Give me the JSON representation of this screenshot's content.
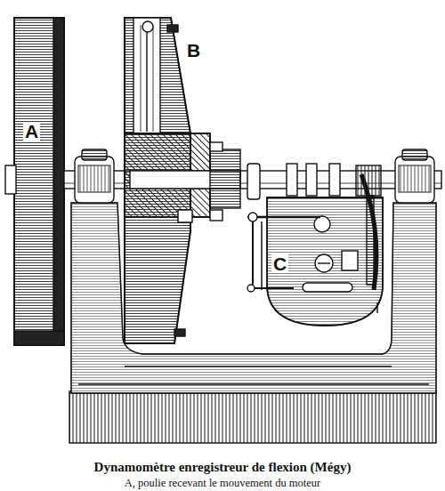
{
  "diagram": {
    "caption": "Dynamomètre enregistreur de flexion (Mégy)",
    "labels": [
      "A",
      "B",
      "C",
      "A, poulie recevant le mouvement du moteur"
    ]
  }
}
